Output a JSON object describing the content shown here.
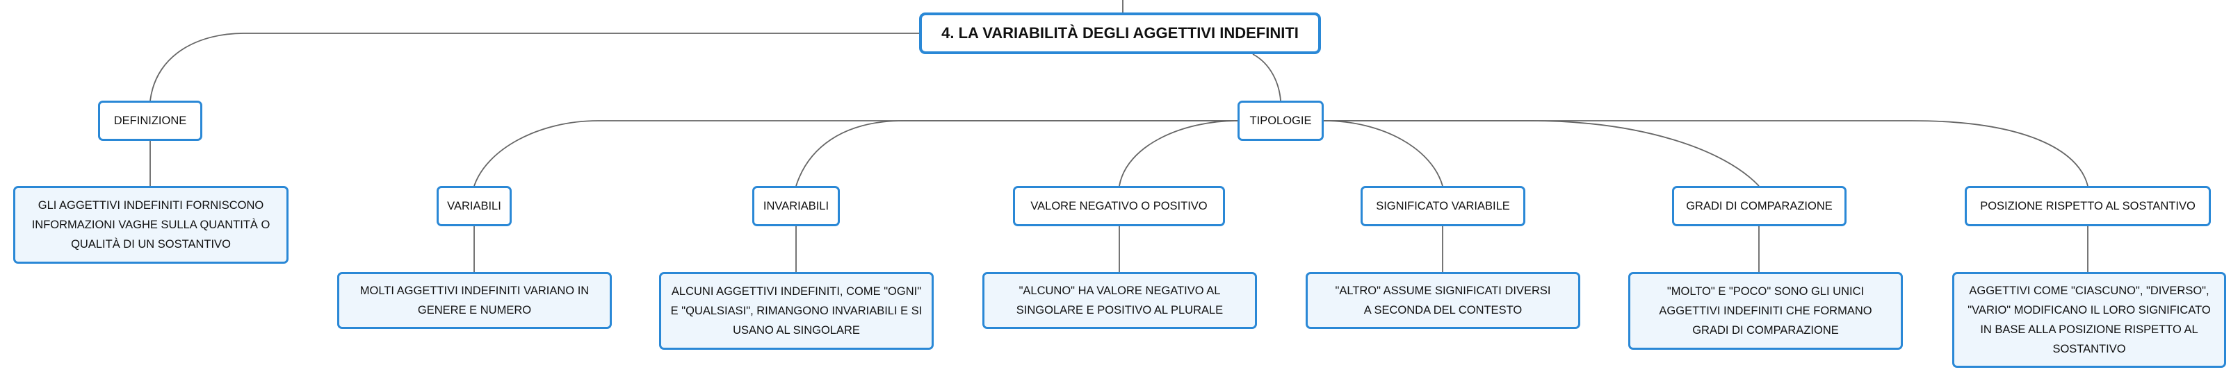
{
  "map": {
    "root": "4. LA VARIABILITÀ DEGLI AGGETTIVI INDEFINITI",
    "definizione": {
      "label": "DEFINIZIONE",
      "text": "GLI AGGETTIVI INDEFINITI FORNISCONO INFORMAZIONI VAGHE SULLA QUANTITÀ O QUALITÀ DI UN SOSTANTIVO"
    },
    "tipologie": {
      "label": "TIPOLOGIE",
      "items": [
        {
          "label": "VARIABILI",
          "text": "MOLTI AGGETTIVI INDEFINITI VARIANO IN GENERE E NUMERO"
        },
        {
          "label": "INVARIABILI",
          "text": "ALCUNI AGGETTIVI INDEFINITI, COME \"OGNI\" E \"QUALSIASI\", RIMANGONO INVARIABILI E SI USANO AL SINGOLARE"
        },
        {
          "label": "VALORE NEGATIVO O POSITIVO",
          "text": "\"ALCUNO\" HA VALORE NEGATIVO AL SINGOLARE E POSITIVO AL PLURALE"
        },
        {
          "label": "SIGNIFICATO VARIABILE",
          "text": "\"ALTRO\" ASSUME SIGNIFICATI DIVERSI A SECONDA DEL CONTESTO"
        },
        {
          "label": "GRADI DI COMPARAZIONE",
          "text": "\"MOLTO\" E \"POCO\" SONO GLI UNICI AGGETTIVI INDEFINITI CHE FORMANO GRADI DI COMPARAZIONE"
        },
        {
          "label": "POSIZIONE RISPETTO AL SOSTANTIVO",
          "text": "AGGETTIVI COME \"CIASCUNO\", \"DIVERSO\", \"VARIO\" MODIFICANO IL LORO SIGNIFICATO IN BASE ALLA POSIZIONE RISPETTO AL SOSTANTIVO"
        }
      ]
    },
    "colors": {
      "border": "#2a88d6",
      "fill": "#eef6fd",
      "line": "#666666"
    }
  }
}
